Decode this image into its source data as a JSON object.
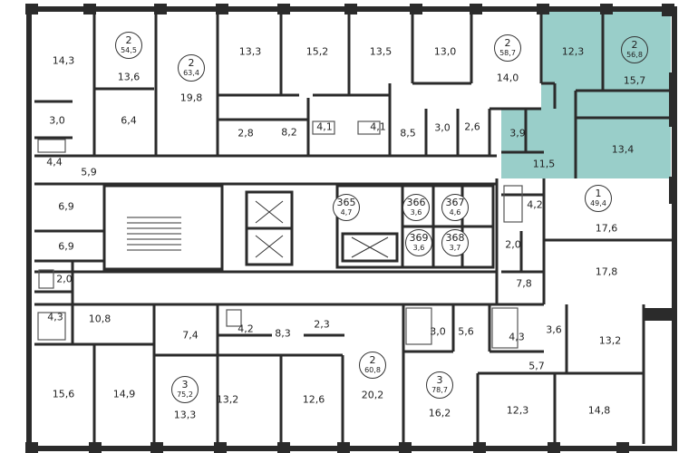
{
  "colors": {
    "highlight": "#8ec9c3",
    "wall": "#2b2b2b"
  },
  "apartments": [
    {
      "id": "a1",
      "rooms": "2",
      "area": "54,5"
    },
    {
      "id": "a2",
      "rooms": "2",
      "area": "63,4"
    },
    {
      "id": "a3",
      "rooms": "2",
      "area": "58,7"
    },
    {
      "id": "a4",
      "rooms": "2",
      "area": "56,8"
    },
    {
      "id": "a5",
      "rooms": "1",
      "area": "49,4"
    },
    {
      "id": "a6",
      "rooms": "3",
      "area": "75,2"
    },
    {
      "id": "a7",
      "rooms": "2",
      "area": "60,8"
    },
    {
      "id": "a8",
      "rooms": "3",
      "area": "78,7"
    },
    {
      "id": "a9",
      "rooms": "365",
      "area": "4,7"
    },
    {
      "id": "a10",
      "rooms": "366",
      "area": "3,6"
    },
    {
      "id": "a11",
      "rooms": "367",
      "area": "4,6"
    },
    {
      "id": "a12",
      "rooms": "369",
      "area": "3,6"
    },
    {
      "id": "a13",
      "rooms": "368",
      "area": "3,7"
    }
  ],
  "room_areas": [
    "14,3",
    "13,6",
    "19,8",
    "13,3",
    "15,2",
    "13,5",
    "13,0",
    "14,0",
    "12,3",
    "15,7",
    "3,0",
    "6,4",
    "2,8",
    "8,2",
    "4,1",
    "4,1",
    "8,5",
    "3,0",
    "2,6",
    "3,9",
    "11,5",
    "13,4",
    "4,4",
    "5,9",
    "6,9",
    "6,9",
    "4,2",
    "2,0",
    "17,6",
    "17,8",
    "7,8",
    "2,0",
    "4,3",
    "10,8",
    "7,4",
    "4,2",
    "8,3",
    "2,3",
    "3,0",
    "5,6",
    "4,3",
    "3,6",
    "13,2",
    "5,7",
    "15,6",
    "14,9",
    "13,3",
    "13,2",
    "12,6",
    "20,2",
    "16,2",
    "12,3",
    "14,8"
  ],
  "selected_apartment": "a4"
}
